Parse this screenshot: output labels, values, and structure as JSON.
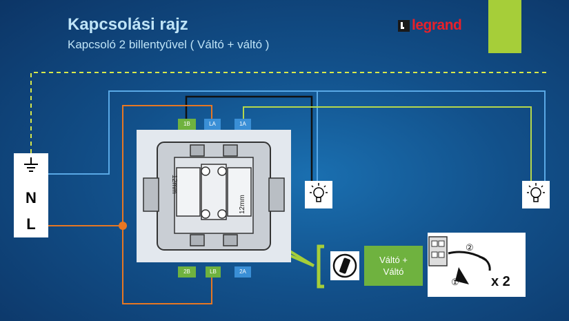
{
  "header": {
    "title": "Kapcsolási rajz",
    "subtitle": "Kapcsoló 2 billentyűvel ( Váltó + váltó )"
  },
  "logo": {
    "text": "legrand"
  },
  "supply": {
    "ground_symbol": "ground-icon",
    "neutral": "N",
    "line": "L"
  },
  "terminals": {
    "top": [
      "1B",
      "LA",
      "1A"
    ],
    "bottom": [
      "2B",
      "LB",
      "2A"
    ]
  },
  "switch": {
    "dimension_label": "12mm"
  },
  "callout": {
    "label_line1": "Váltó +",
    "label_line2": "Váltó",
    "multiplier": "x 2",
    "step_1": "①",
    "step_2": "②"
  },
  "colors": {
    "background": "#12508a",
    "accent_green": "#a6ce39",
    "wire_orange": "#e87722",
    "wire_blue": "#5aa9e6",
    "wire_black": "#111111",
    "wire_lime": "#b7d84b",
    "earth_dashed": "#d8e84a",
    "brand_red": "#e8202a"
  }
}
